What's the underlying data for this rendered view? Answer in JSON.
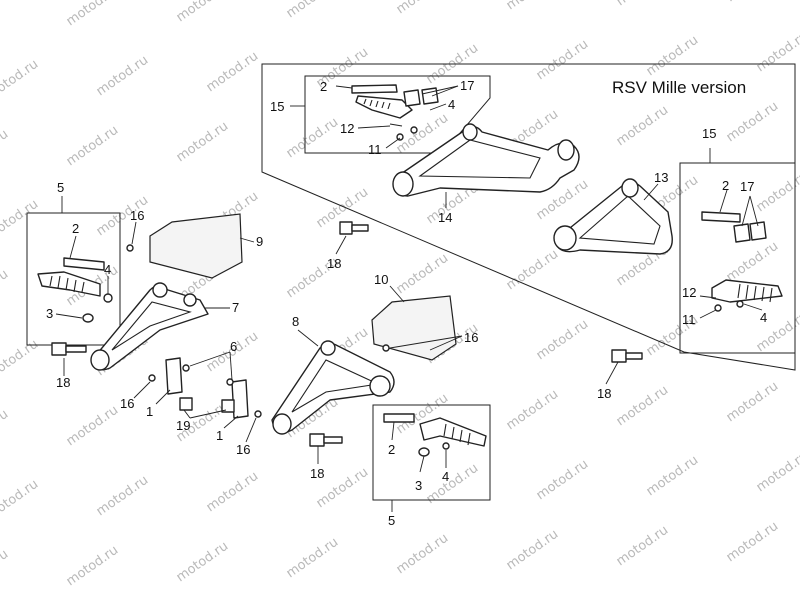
{
  "title": "RSV Mille version",
  "watermark": "motod.ru",
  "callouts": {
    "n1": "1",
    "n2": "2",
    "n3": "3",
    "n4": "4",
    "n5": "5",
    "n6": "6",
    "n7": "7",
    "n8": "8",
    "n9": "9",
    "n10": "10",
    "n11": "11",
    "n12": "12",
    "n13": "13",
    "n14": "14",
    "n15": "15",
    "n16": "16",
    "n17": "17",
    "n18": "18",
    "n19": "19"
  }
}
